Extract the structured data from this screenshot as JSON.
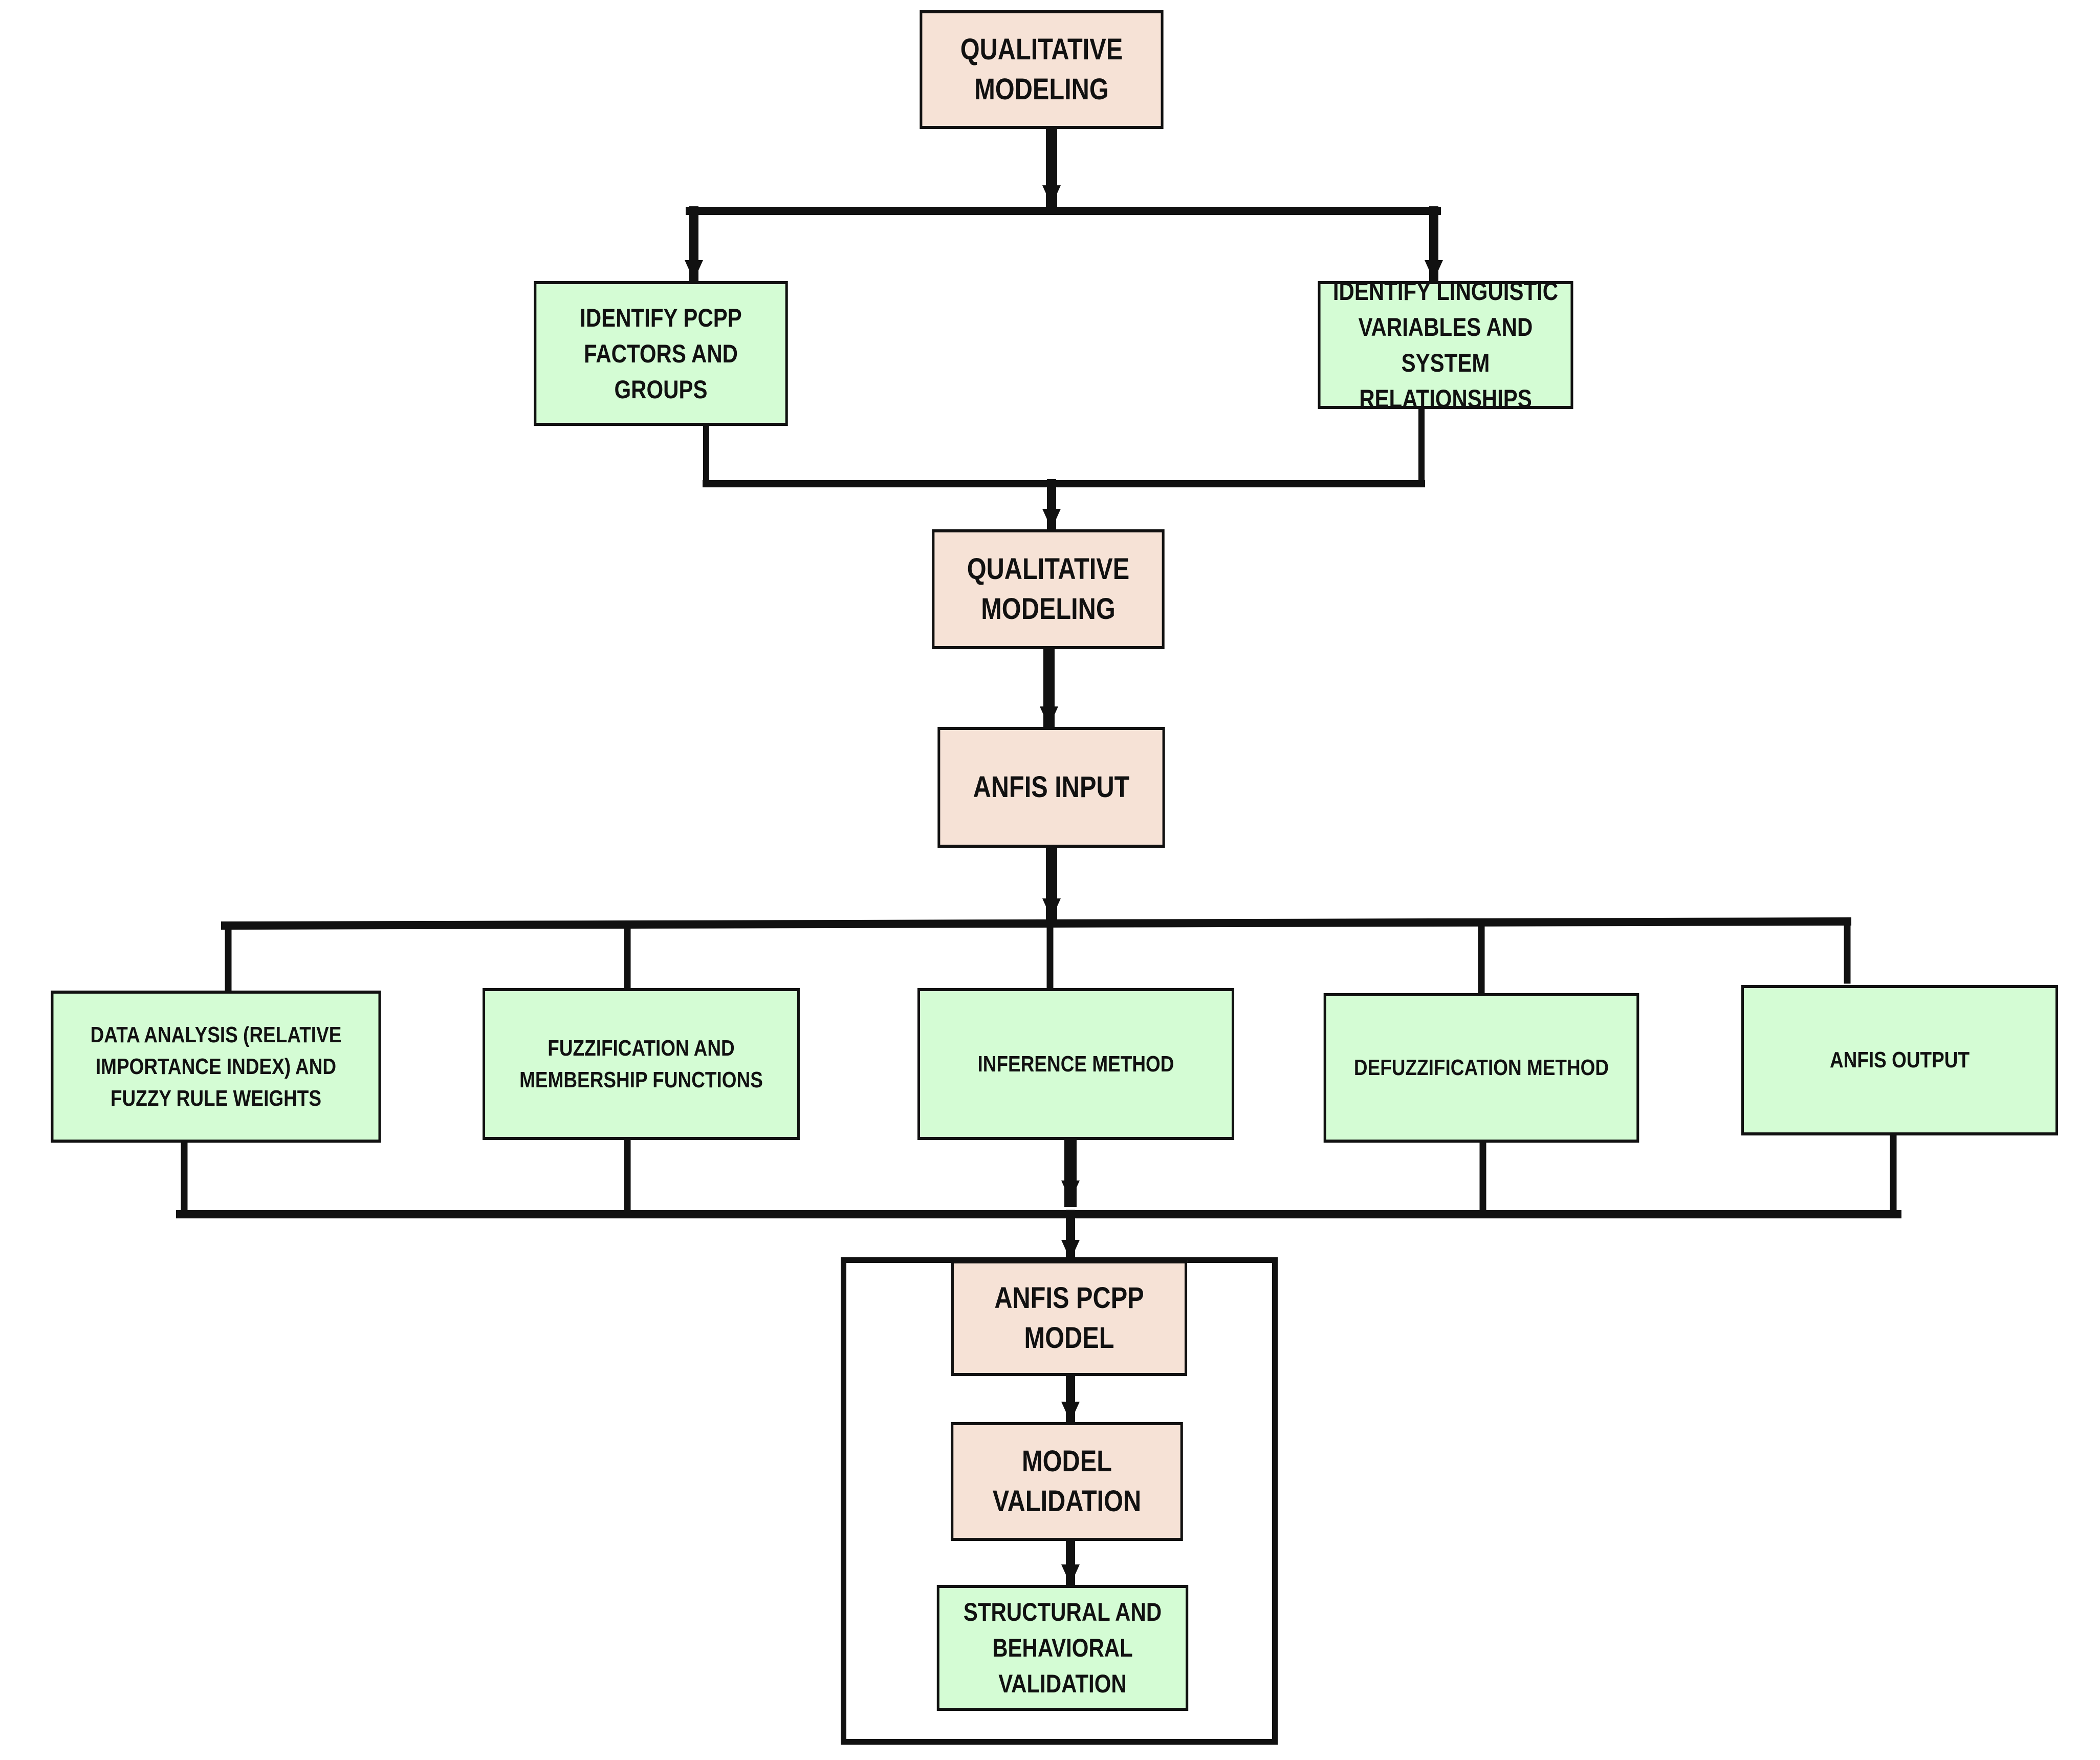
{
  "nodes": {
    "qualitative_modeling_top": "QUALITATIVE MODELING",
    "identify_pcpp": "IDENTIFY PCPP FACTORS AND GROUPS",
    "identify_linguistic": "IDENTIFY LINGUISTIC VARIABLES AND SYSTEM RELATIONSHIPS",
    "qualitative_modeling_mid": "QUALITATIVE MODELING",
    "anfis_input": "ANFIS INPUT",
    "data_analysis": "DATA ANALYSIS (RELATIVE IMPORTANCE INDEX) AND FUZZY RULE WEIGHTS",
    "fuzzification": "FUZZIFICATION AND MEMBERSHIP FUNCTIONS",
    "inference": "INFERENCE METHOD",
    "defuzzification": "DEFUZZIFICATION METHOD",
    "anfis_output": "ANFIS OUTPUT",
    "anfis_pcpp_model": "ANFIS PCPP MODEL",
    "model_validation": "MODEL VALIDATION",
    "structural_behavioral": "STRUCTURAL AND BEHAVIORAL VALIDATION"
  },
  "colors": {
    "process_fill": "#f6e2d6",
    "task_fill": "#d4fcd4",
    "line": "#111111"
  }
}
